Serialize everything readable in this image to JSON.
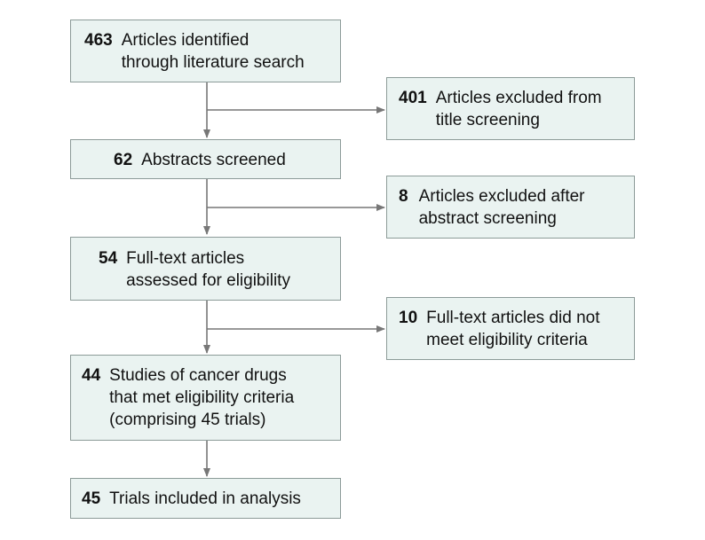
{
  "flow": {
    "identified": {
      "count": "463",
      "text": "Articles identified\nthrough literature search"
    },
    "excluded_title": {
      "count": "401",
      "text": "Articles excluded from\ntitle screening"
    },
    "abstracts": {
      "count": "62",
      "text": "Abstracts screened"
    },
    "excluded_abstract": {
      "count": "8",
      "text": "Articles excluded after\nabstract screening"
    },
    "fulltext": {
      "count": "54",
      "text": "Full-text articles\nassessed for eligibility"
    },
    "excluded_fulltext": {
      "count": "10",
      "text": "Full-text articles did not\nmeet eligibility criteria"
    },
    "eligible": {
      "count": "44",
      "text": "Studies of cancer drugs\nthat met eligibility criteria\n(comprising 45 trials)"
    },
    "included": {
      "count": "45",
      "text": "Trials included in analysis"
    }
  },
  "colors": {
    "box_fill": "#eaf3f1",
    "box_border": "#8c9b98",
    "arrow": "#777777"
  }
}
